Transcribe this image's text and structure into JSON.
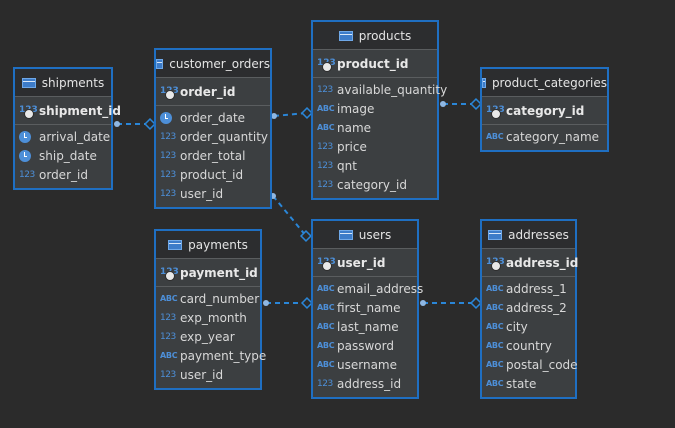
{
  "tables": {
    "shipments": {
      "name": "shipments",
      "pk": "shipment_id",
      "fields": [
        {
          "name": "arrival_date",
          "type": "clock-icon"
        },
        {
          "name": "ship_date",
          "type": "clock-icon"
        },
        {
          "name": "order_id",
          "type": "123"
        }
      ]
    },
    "customer_orders": {
      "name": "customer_orders",
      "pk": "order_id",
      "fields": [
        {
          "name": "order_date",
          "type": "clock-icon"
        },
        {
          "name": "order_quantity",
          "type": "123"
        },
        {
          "name": "order_total",
          "type": "123"
        },
        {
          "name": "product_id",
          "type": "123"
        },
        {
          "name": "user_id",
          "type": "123"
        }
      ]
    },
    "products": {
      "name": "products",
      "pk": "product_id",
      "fields": [
        {
          "name": "available_quantity",
          "type": "123"
        },
        {
          "name": "image",
          "type": "ABC"
        },
        {
          "name": "name",
          "type": "ABC"
        },
        {
          "name": "price",
          "type": "123"
        },
        {
          "name": "qnt",
          "type": "123"
        },
        {
          "name": "category_id",
          "type": "123"
        }
      ]
    },
    "product_categories": {
      "name": "product_categories",
      "pk": "category_id",
      "fields": [
        {
          "name": "category_name",
          "type": "ABC"
        }
      ]
    },
    "payments": {
      "name": "payments",
      "pk": "payment_id",
      "fields": [
        {
          "name": "card_number",
          "type": "ABC"
        },
        {
          "name": "exp_month",
          "type": "123"
        },
        {
          "name": "exp_year",
          "type": "123"
        },
        {
          "name": "payment_type",
          "type": "ABC"
        },
        {
          "name": "user_id",
          "type": "123"
        }
      ]
    },
    "users": {
      "name": "users",
      "pk": "user_id",
      "fields": [
        {
          "name": "email_address",
          "type": "ABC"
        },
        {
          "name": "first_name",
          "type": "ABC"
        },
        {
          "name": "last_name",
          "type": "ABC"
        },
        {
          "name": "password",
          "type": "ABC"
        },
        {
          "name": "username",
          "type": "ABC"
        },
        {
          "name": "address_id",
          "type": "123"
        }
      ]
    },
    "addresses": {
      "name": "addresses",
      "pk": "address_id",
      "fields": [
        {
          "name": "address_1",
          "type": "ABC"
        },
        {
          "name": "address_2",
          "type": "ABC"
        },
        {
          "name": "city",
          "type": "ABC"
        },
        {
          "name": "country",
          "type": "ABC"
        },
        {
          "name": "postal_code",
          "type": "ABC"
        },
        {
          "name": "state",
          "type": "ABC"
        }
      ]
    }
  },
  "relationships": [
    {
      "from": "shipments",
      "to": "customer_orders"
    },
    {
      "from": "customer_orders",
      "to": "products"
    },
    {
      "from": "products",
      "to": "product_categories"
    },
    {
      "from": "customer_orders",
      "to": "users"
    },
    {
      "from": "payments",
      "to": "users"
    },
    {
      "from": "users",
      "to": "addresses"
    }
  ],
  "colors": {
    "background": "#2b2b2b",
    "table_border": "#1f6fc2",
    "connector": "#2a86d8",
    "type_icon": "#4d8fd8"
  }
}
